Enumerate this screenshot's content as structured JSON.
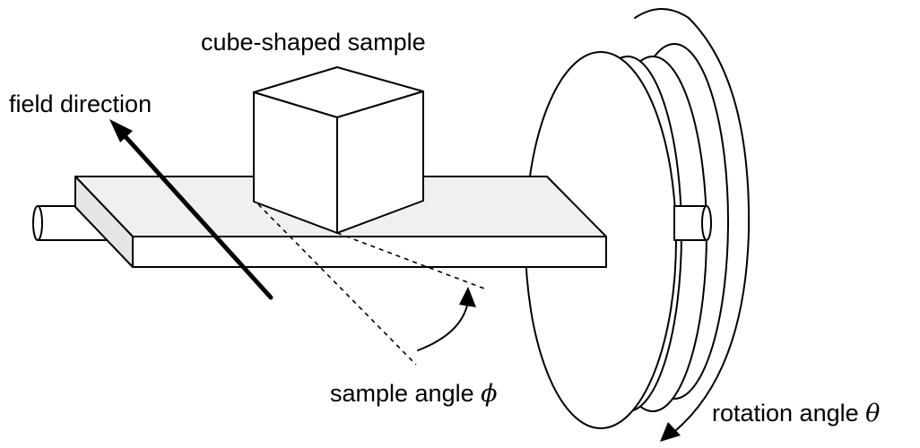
{
  "labels": {
    "sample": "cube-shaped sample",
    "field": "field direction",
    "sample_angle": "sample angle",
    "sample_angle_symbol": "ϕ",
    "rotation_angle": "rotation angle",
    "rotation_angle_symbol": "θ"
  },
  "colors": {
    "line": "#000000",
    "fill": "#ffffff",
    "platform_top": "#f0f0f0",
    "platform_end": "#e6e6e6"
  }
}
